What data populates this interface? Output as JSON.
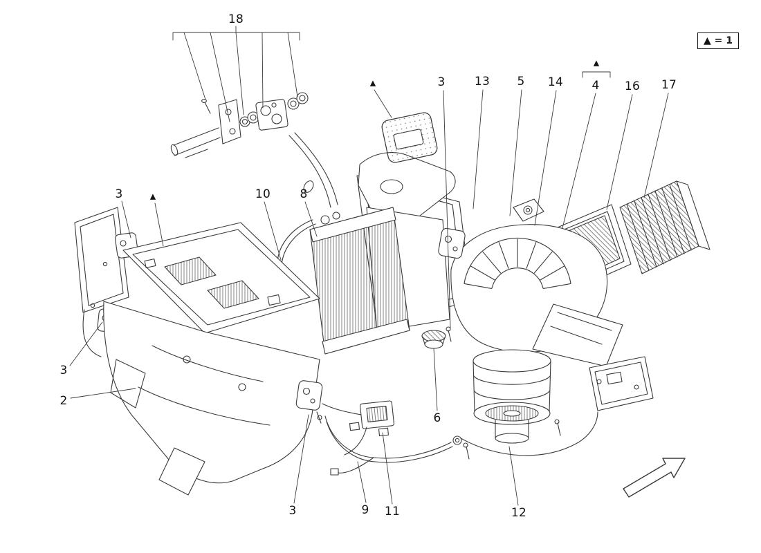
{
  "legend": {
    "text": "▲ = 1"
  },
  "markers": [
    {
      "symbol": "▲"
    },
    {
      "symbol": "▲"
    },
    {
      "symbol": "▲"
    }
  ],
  "callouts": [
    {
      "ref": "18"
    },
    {
      "ref": "3"
    },
    {
      "ref": "13"
    },
    {
      "ref": "5"
    },
    {
      "ref": "14"
    },
    {
      "ref": "4"
    },
    {
      "ref": "16"
    },
    {
      "ref": "17"
    },
    {
      "ref": "3"
    },
    {
      "ref": "10"
    },
    {
      "ref": "8"
    },
    {
      "ref": "3"
    },
    {
      "ref": "2"
    },
    {
      "ref": "3"
    },
    {
      "ref": "9"
    },
    {
      "ref": "11"
    },
    {
      "ref": "6"
    },
    {
      "ref": "12"
    }
  ]
}
